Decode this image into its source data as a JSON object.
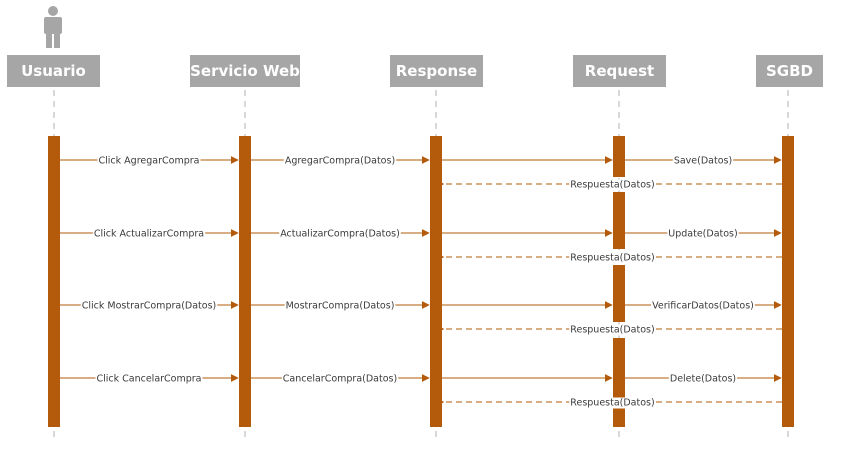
{
  "participants": [
    {
      "id": "usuario",
      "label": "Usuario"
    },
    {
      "id": "servicio-web",
      "label": "Servicio Web"
    },
    {
      "id": "response",
      "label": "Response"
    },
    {
      "id": "request",
      "label": "Request"
    },
    {
      "id": "sgbd",
      "label": "SGBD"
    }
  ],
  "actor_icon": "person-icon",
  "colors": {
    "activation": "#b35b0a",
    "arrow": "#b35b0a",
    "participant_box": "#a6a6a6",
    "participant_text": "#ffffff",
    "lifeline": "#b0b0b0",
    "message_text": "#3a3a3a"
  },
  "messages": [
    {
      "from": "usuario",
      "to": "servicio-web",
      "label": "Click AgregarCompra",
      "style": "solid"
    },
    {
      "from": "servicio-web",
      "to": "response",
      "label": "AgregarCompra(Datos)",
      "style": "solid"
    },
    {
      "from": "response",
      "to": "request",
      "label": "",
      "style": "solid"
    },
    {
      "from": "request",
      "to": "sgbd",
      "label": "Save(Datos)",
      "style": "solid"
    },
    {
      "from": "sgbd",
      "to": "response",
      "label": "Respuesta(Datos)",
      "style": "dashed"
    },
    {
      "from": "usuario",
      "to": "servicio-web",
      "label": "Click ActualizarCompra",
      "style": "solid"
    },
    {
      "from": "servicio-web",
      "to": "response",
      "label": "ActualizarCompra(Datos)",
      "style": "solid"
    },
    {
      "from": "response",
      "to": "request",
      "label": "",
      "style": "solid"
    },
    {
      "from": "request",
      "to": "sgbd",
      "label": "Update(Datos)",
      "style": "solid"
    },
    {
      "from": "sgbd",
      "to": "response",
      "label": "Respuesta(Datos)",
      "style": "dashed"
    },
    {
      "from": "usuario",
      "to": "servicio-web",
      "label": "Click MostrarCompra(Datos)",
      "style": "solid"
    },
    {
      "from": "servicio-web",
      "to": "response",
      "label": "MostrarCompra(Datos)",
      "style": "solid"
    },
    {
      "from": "response",
      "to": "request",
      "label": "",
      "style": "solid"
    },
    {
      "from": "request",
      "to": "sgbd",
      "label": "VerificarDatos(Datos)",
      "style": "solid"
    },
    {
      "from": "sgbd",
      "to": "response",
      "label": "Respuesta(Datos)",
      "style": "dashed"
    },
    {
      "from": "usuario",
      "to": "servicio-web",
      "label": "Click CancelarCompra",
      "style": "solid"
    },
    {
      "from": "servicio-web",
      "to": "response",
      "label": "CancelarCompra(Datos)",
      "style": "solid"
    },
    {
      "from": "response",
      "to": "request",
      "label": "",
      "style": "solid"
    },
    {
      "from": "request",
      "to": "sgbd",
      "label": "Delete(Datos)",
      "style": "solid"
    },
    {
      "from": "sgbd",
      "to": "response",
      "label": "Respuesta(Datos)",
      "style": "dashed"
    }
  ]
}
